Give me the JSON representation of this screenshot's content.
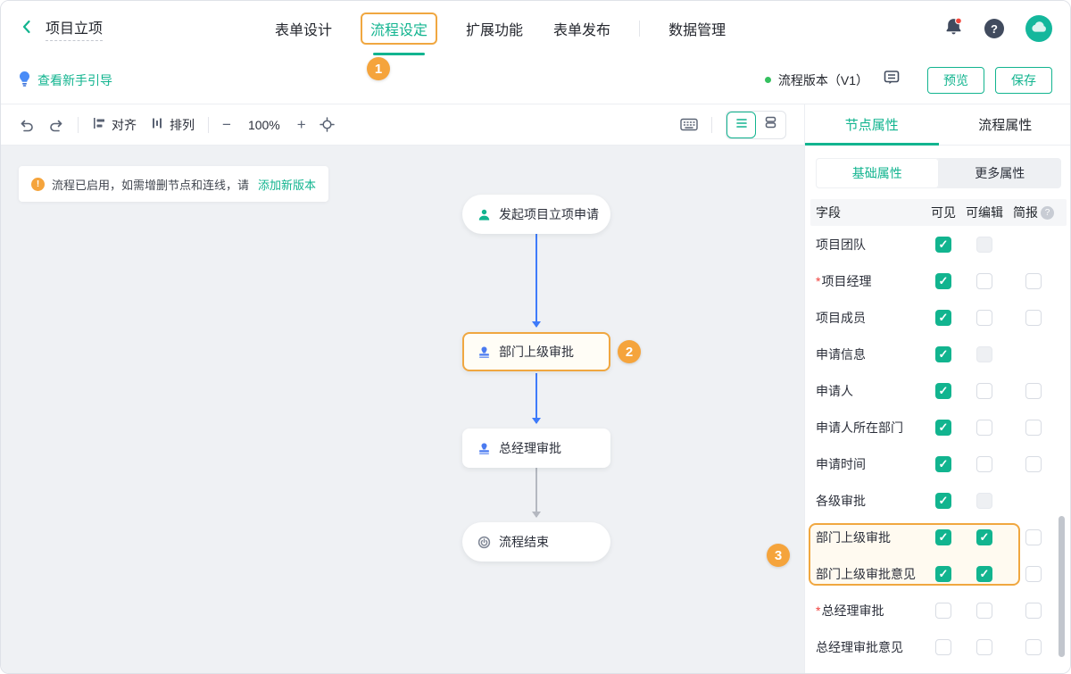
{
  "colors": {
    "teal": "#12b48f",
    "orange": "#f0a740",
    "badge_orange": "#f5a43c",
    "arrow_blue": "#3e7bfa",
    "stamp_blue": "#4a7af0",
    "green_dot": "#35c05f",
    "red": "#f0413d",
    "canvas_bg": "#eff1f4"
  },
  "icons": {
    "check": "✓",
    "info": "!",
    "question": "?",
    "zoom_out": "−",
    "zoom_in": "+"
  },
  "header": {
    "back_title": "项目立项",
    "tabs": [
      {
        "label": "表单设计",
        "active": false
      },
      {
        "label": "流程设定",
        "active": true
      },
      {
        "label": "扩展功能",
        "active": false
      },
      {
        "label": "表单发布",
        "active": false
      },
      {
        "label": "数据管理",
        "active": false
      }
    ],
    "step1_badge": "1"
  },
  "subheader": {
    "guide_link": "查看新手引导",
    "version_status": "流程版本（V1）",
    "preview_button": "预览",
    "save_button": "保存"
  },
  "toolbar": {
    "align": "对齐",
    "arrange": "排列",
    "zoom_level": "100%"
  },
  "canvas": {
    "notice": {
      "text": "流程已启用，如需增删节点和连线，请",
      "link": "添加新版本"
    },
    "nodes": [
      {
        "label": "发起项目立项申请",
        "icon": "user-icon",
        "shape": "pill",
        "selected": false
      },
      {
        "label": "部门上级审批",
        "icon": "stamp-icon",
        "shape": "rect",
        "selected": true,
        "badge": "2"
      },
      {
        "label": "总经理审批",
        "icon": "stamp-icon",
        "shape": "rect",
        "selected": false
      },
      {
        "label": "流程结束",
        "icon": "end-icon",
        "shape": "pill",
        "selected": false
      }
    ],
    "edges": [
      "active",
      "active",
      "inactive"
    ]
  },
  "panel": {
    "tabs": [
      {
        "label": "节点属性",
        "active": true
      },
      {
        "label": "流程属性",
        "active": false
      }
    ],
    "subtabs": [
      {
        "label": "基础属性",
        "active": true
      },
      {
        "label": "更多属性",
        "active": false
      }
    ],
    "table": {
      "headers": [
        "字段",
        "可见",
        "可编辑",
        "简报"
      ],
      "group_badge": "3",
      "rows": [
        {
          "label": "项目团队",
          "required": false,
          "visible": "checked",
          "editable": "disabled",
          "brief": "none",
          "highlight": false
        },
        {
          "label": "项目经理",
          "required": true,
          "visible": "checked",
          "editable": "unchecked",
          "brief": "unchecked",
          "highlight": false
        },
        {
          "label": "项目成员",
          "required": false,
          "visible": "checked",
          "editable": "unchecked",
          "brief": "unchecked",
          "highlight": false
        },
        {
          "label": "申请信息",
          "required": false,
          "visible": "checked",
          "editable": "disabled",
          "brief": "none",
          "highlight": false
        },
        {
          "label": "申请人",
          "required": false,
          "visible": "checked",
          "editable": "unchecked",
          "brief": "unchecked",
          "highlight": false
        },
        {
          "label": "申请人所在部门",
          "required": false,
          "visible": "checked",
          "editable": "unchecked",
          "brief": "unchecked",
          "highlight": false
        },
        {
          "label": "申请时间",
          "required": false,
          "visible": "checked",
          "editable": "unchecked",
          "brief": "unchecked",
          "highlight": false
        },
        {
          "label": "各级审批",
          "required": false,
          "visible": "checked",
          "editable": "disabled",
          "brief": "none",
          "highlight": false
        },
        {
          "label": "部门上级审批",
          "required": false,
          "visible": "checked",
          "editable": "checked",
          "brief": "unchecked",
          "highlight": true
        },
        {
          "label": "部门上级审批意见",
          "required": false,
          "visible": "checked",
          "editable": "checked",
          "brief": "unchecked",
          "highlight": true
        },
        {
          "label": "总经理审批",
          "required": true,
          "visible": "unchecked",
          "editable": "unchecked",
          "brief": "unchecked",
          "highlight": false
        },
        {
          "label": "总经理审批意见",
          "required": false,
          "visible": "unchecked",
          "editable": "unchecked",
          "brief": "unchecked",
          "highlight": false
        }
      ]
    }
  }
}
